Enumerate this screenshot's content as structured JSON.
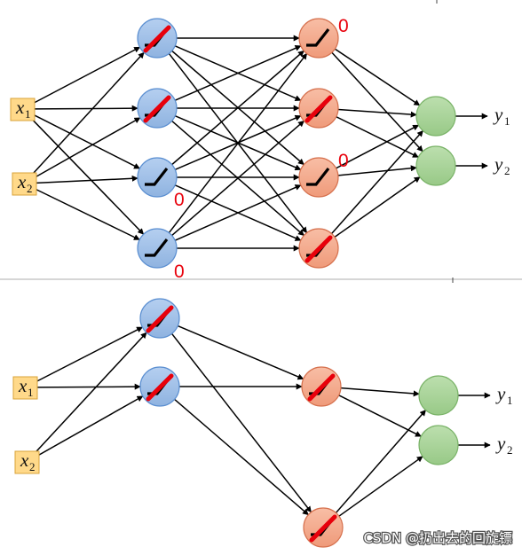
{
  "colors": {
    "input_fill": "#ffd98a",
    "input_stroke": "#d9a33a",
    "hidden1_fill": "#9dbde6",
    "hidden1_stroke": "#5b8fd1",
    "hidden2_fill": "#f4a98c",
    "hidden2_stroke": "#d6714e",
    "output_fill": "#a9d49a",
    "output_stroke": "#7ab368",
    "relu": "#000000",
    "dropout_mark": "#e8000b",
    "zero_label": "#e8000b",
    "edge": "#000000",
    "divider": "#c8c8c8"
  },
  "icons": {
    "relu": "relu-activation-icon",
    "dropout": "red-strike-icon",
    "arrow": "arrowhead-icon"
  },
  "panels": [
    {
      "name": "full-network",
      "inputs": [
        {
          "symbol": "x",
          "index": "1"
        },
        {
          "symbol": "x",
          "index": "2"
        }
      ],
      "hidden1": [
        {
          "dropped": true,
          "label": ""
        },
        {
          "dropped": true,
          "label": ""
        },
        {
          "dropped": false,
          "label": "0"
        },
        {
          "dropped": false,
          "label": "0"
        }
      ],
      "hidden2": [
        {
          "dropped": false,
          "label": "0"
        },
        {
          "dropped": true,
          "label": ""
        },
        {
          "dropped": false,
          "label": "0"
        },
        {
          "dropped": true,
          "label": ""
        }
      ],
      "outputs": [
        {
          "symbol": "y",
          "index": "1"
        },
        {
          "symbol": "y",
          "index": "2"
        }
      ]
    },
    {
      "name": "thinned-network",
      "inputs": [
        {
          "symbol": "x",
          "index": "1"
        },
        {
          "symbol": "x",
          "index": "2"
        }
      ],
      "hidden1": [
        {
          "dropped": true,
          "label": ""
        },
        {
          "dropped": true,
          "label": ""
        }
      ],
      "hidden2": [
        {
          "dropped": true,
          "label": ""
        },
        {
          "dropped": true,
          "label": ""
        }
      ],
      "outputs": [
        {
          "symbol": "y",
          "index": "1"
        },
        {
          "symbol": "y",
          "index": "2"
        }
      ]
    }
  ],
  "watermark": "CSDN @扔出去的回旋镖"
}
